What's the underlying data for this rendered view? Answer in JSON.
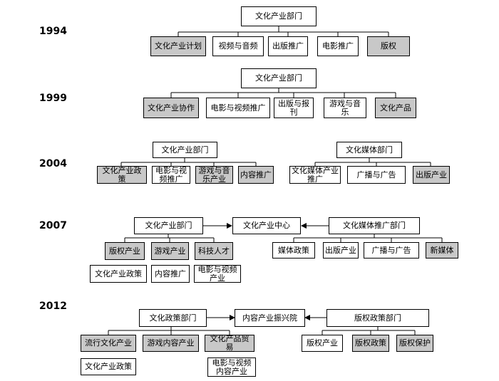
{
  "years": [
    "1994",
    "1999",
    "2004",
    "2007",
    "2012"
  ],
  "b1994": {
    "top": "文化产业部门",
    "c1": "文化产业计划",
    "c2": "视频与音频",
    "c3": "出版推广",
    "c4": "电影推广",
    "c5": "版权"
  },
  "b1999": {
    "top": "文化产业部门",
    "c1": "文化产业协作",
    "c2": "电影与视频推广",
    "c3": "出版与报刊",
    "c4": "游戏与音乐",
    "c5": "文化产品"
  },
  "b2004": {
    "left_top": "文化产业部门",
    "l1": "文化产业政策",
    "l2": "电影与视\n频推广",
    "l3": "游戏与音\n乐产业",
    "l4": "内容推广",
    "right_top": "文化媒体部门",
    "r1": "文化媒体产业\n推广",
    "r2": "广播与广告",
    "r3": "出版产业"
  },
  "b2007": {
    "left_top": "文化产业部门",
    "center": "文化产业中心",
    "right_top": "文化媒体推广部门",
    "l1": "版权产业",
    "l2": "游戏产业",
    "l3": "科技人才",
    "l4": "文化产业政策",
    "l5": "内容推广",
    "l6": "电影与视频\n产业",
    "r1": "媒体政策",
    "r2": "出版产业",
    "r3": "广播与广告",
    "r4": "新媒体"
  },
  "b2012": {
    "left_top": "文化政策部门",
    "center": "内容产业振兴院",
    "right_top": "版权政策部门",
    "l1": "流行文化产业",
    "l2": "游戏内容产业",
    "l3": "文化产品贸易",
    "l4": "文化产业政策",
    "l5": "电影与视频\n内容产业",
    "r1": "版权产业",
    "r2": "版权政策",
    "r3": "版权保护"
  }
}
